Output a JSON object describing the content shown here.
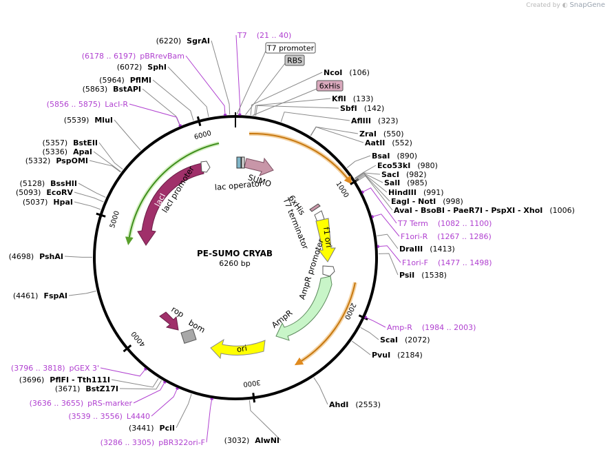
{
  "app": {
    "credit_prefix": "Created by",
    "credit_brand": "SnapGene"
  },
  "plasmid": {
    "name": "PE-SUMO CRYAB",
    "size_label": "6260 bp",
    "length": 6260
  },
  "ticks": [
    {
      "pos": 1000,
      "label": "1000"
    },
    {
      "pos": 2000,
      "label": "2000"
    },
    {
      "pos": 3000,
      "label": "3000"
    },
    {
      "pos": 4000,
      "label": "4000"
    },
    {
      "pos": 5000,
      "label": "5000"
    },
    {
      "pos": 6000,
      "label": "6000"
    }
  ],
  "enzymes_right": [
    {
      "name": "NcoI",
      "coord": "(106)",
      "pos": 106
    },
    {
      "name": "KflI",
      "coord": "(133)",
      "pos": 133
    },
    {
      "name": "SbfI",
      "coord": "(142)",
      "pos": 142
    },
    {
      "name": "AflIII",
      "coord": "(323)",
      "pos": 323
    },
    {
      "name": "ZraI",
      "coord": "(550)",
      "pos": 550
    },
    {
      "name": "AatII",
      "coord": "(552)",
      "pos": 552
    },
    {
      "name": "BsaI",
      "coord": "(890)",
      "pos": 890
    },
    {
      "name": "Eco53kI",
      "coord": "(980)",
      "pos": 980
    },
    {
      "name": "SacI",
      "coord": "(982)",
      "pos": 982
    },
    {
      "name": "SalI",
      "coord": "(985)",
      "pos": 985
    },
    {
      "name": "HindIII",
      "coord": "(991)",
      "pos": 991
    },
    {
      "name": "EagI  -  NotI",
      "coord": "(998)",
      "pos": 998
    },
    {
      "name": "AvaI  -  BsoBI  -  PaeR7I  -  PspXI  -  XhoI",
      "coord": "(1006)",
      "pos": 1006
    },
    {
      "name": "DraIII",
      "coord": "(1413)",
      "pos": 1413
    },
    {
      "name": "PsiI",
      "coord": "(1538)",
      "pos": 1538
    },
    {
      "name": "ScaI",
      "coord": "(2072)",
      "pos": 2072
    },
    {
      "name": "PvuI",
      "coord": "(2184)",
      "pos": 2184
    },
    {
      "name": "AhdI",
      "coord": "(2553)",
      "pos": 2553
    }
  ],
  "enzymes_left": [
    {
      "name": "AlwNI",
      "coord": "(3032)",
      "pos": 3032
    },
    {
      "name": "PciI",
      "coord": "(3441)",
      "pos": 3441
    },
    {
      "name": "BstZ17I",
      "coord": "(3671)",
      "pos": 3671
    },
    {
      "name": "PflFI  -  Tth111I",
      "coord": "(3696)",
      "pos": 3696
    },
    {
      "name": "FspAI",
      "coord": "(4461)",
      "pos": 4461
    },
    {
      "name": "PshAI",
      "coord": "(4698)",
      "pos": 4698
    },
    {
      "name": "HpaI",
      "coord": "(5037)",
      "pos": 5037
    },
    {
      "name": "EcoRV",
      "coord": "(5093)",
      "pos": 5093
    },
    {
      "name": "BssHII",
      "coord": "(5128)",
      "pos": 5128
    },
    {
      "name": "PspOMI",
      "coord": "(5332)",
      "pos": 5332
    },
    {
      "name": "ApaI",
      "coord": "(5336)",
      "pos": 5336
    },
    {
      "name": "BstEII",
      "coord": "(5357)",
      "pos": 5357
    },
    {
      "name": "MluI",
      "coord": "(5539)",
      "pos": 5539
    },
    {
      "name": "BstAPI",
      "coord": "(5863)",
      "pos": 5863
    },
    {
      "name": "PflMI",
      "coord": "(5964)",
      "pos": 5964
    },
    {
      "name": "SphI",
      "coord": "(6072)",
      "pos": 6072
    },
    {
      "name": "SgrAI",
      "coord": "(6220)",
      "pos": 6220
    }
  ],
  "primers": [
    {
      "name": "T7",
      "range": "(21 .. 40)",
      "pos": 30
    },
    {
      "name": "pBRrevBam",
      "range": "(6178 .. 6197)",
      "pos": 6188
    },
    {
      "name": "LacI-R",
      "range": "(5856 .. 5875)",
      "pos": 5865
    },
    {
      "name": "T7 Term",
      "range": "(1082 .. 1100)",
      "pos": 1091
    },
    {
      "name": "F1ori-R",
      "range": "(1267 .. 1286)",
      "pos": 1276
    },
    {
      "name": "F1ori-F",
      "range": "(1477 .. 1498)",
      "pos": 1487
    },
    {
      "name": "Amp-R",
      "range": "(1984 .. 2003)",
      "pos": 1993
    },
    {
      "name": "pGEX 3'",
      "range": "(3796 .. 3818)",
      "pos": 3807
    },
    {
      "name": "pRS-marker",
      "range": "(3636 .. 3655)",
      "pos": 3645
    },
    {
      "name": "L4440",
      "range": "(3539 .. 3556)",
      "pos": 3547
    },
    {
      "name": "pBR322ori-F",
      "range": "(3286 .. 3305)",
      "pos": 3295
    }
  ],
  "boxed_features": [
    {
      "label": "T7 promoter",
      "pos": 10
    },
    {
      "label": "RBS",
      "pos": 70
    },
    {
      "label": "6xHis",
      "pos": 120
    }
  ],
  "features": [
    {
      "label": "SUMO",
      "start": 130,
      "end": 430,
      "color": "#c896a8"
    },
    {
      "label": "lac operator",
      "start": 20,
      "end": 40,
      "color": "#c8c8c8"
    },
    {
      "label": "lacI",
      "start": 4880,
      "end": 5620,
      "color": "#a0306a"
    },
    {
      "label": "lacI promoter",
      "start": 5630,
      "end": 5720,
      "color": "#ffffff"
    },
    {
      "label": "f1 ori",
      "start": 1200,
      "end": 1450,
      "color": "#ffff00"
    },
    {
      "label": "AmpR promoter",
      "start": 1480,
      "end": 1580,
      "color": "#ffffff"
    },
    {
      "label": "AmpR",
      "start": 1590,
      "end": 2450,
      "color": "#c8f5c8"
    },
    {
      "label": "ori",
      "start": 2600,
      "end": 3190,
      "color": "#ffff00"
    },
    {
      "label": "rop",
      "start": 3950,
      "end": 4140,
      "color": "#a0306a"
    },
    {
      "label": "bom",
      "start": 3780,
      "end": 3850,
      "color": "#a8a8a8"
    },
    {
      "label": "6xHis",
      "start": 980,
      "end": 1010,
      "color": "#c896a8"
    },
    {
      "label": "T7 terminator",
      "start": 1040,
      "end": 1090,
      "color": "#c8c8c8"
    }
  ]
}
